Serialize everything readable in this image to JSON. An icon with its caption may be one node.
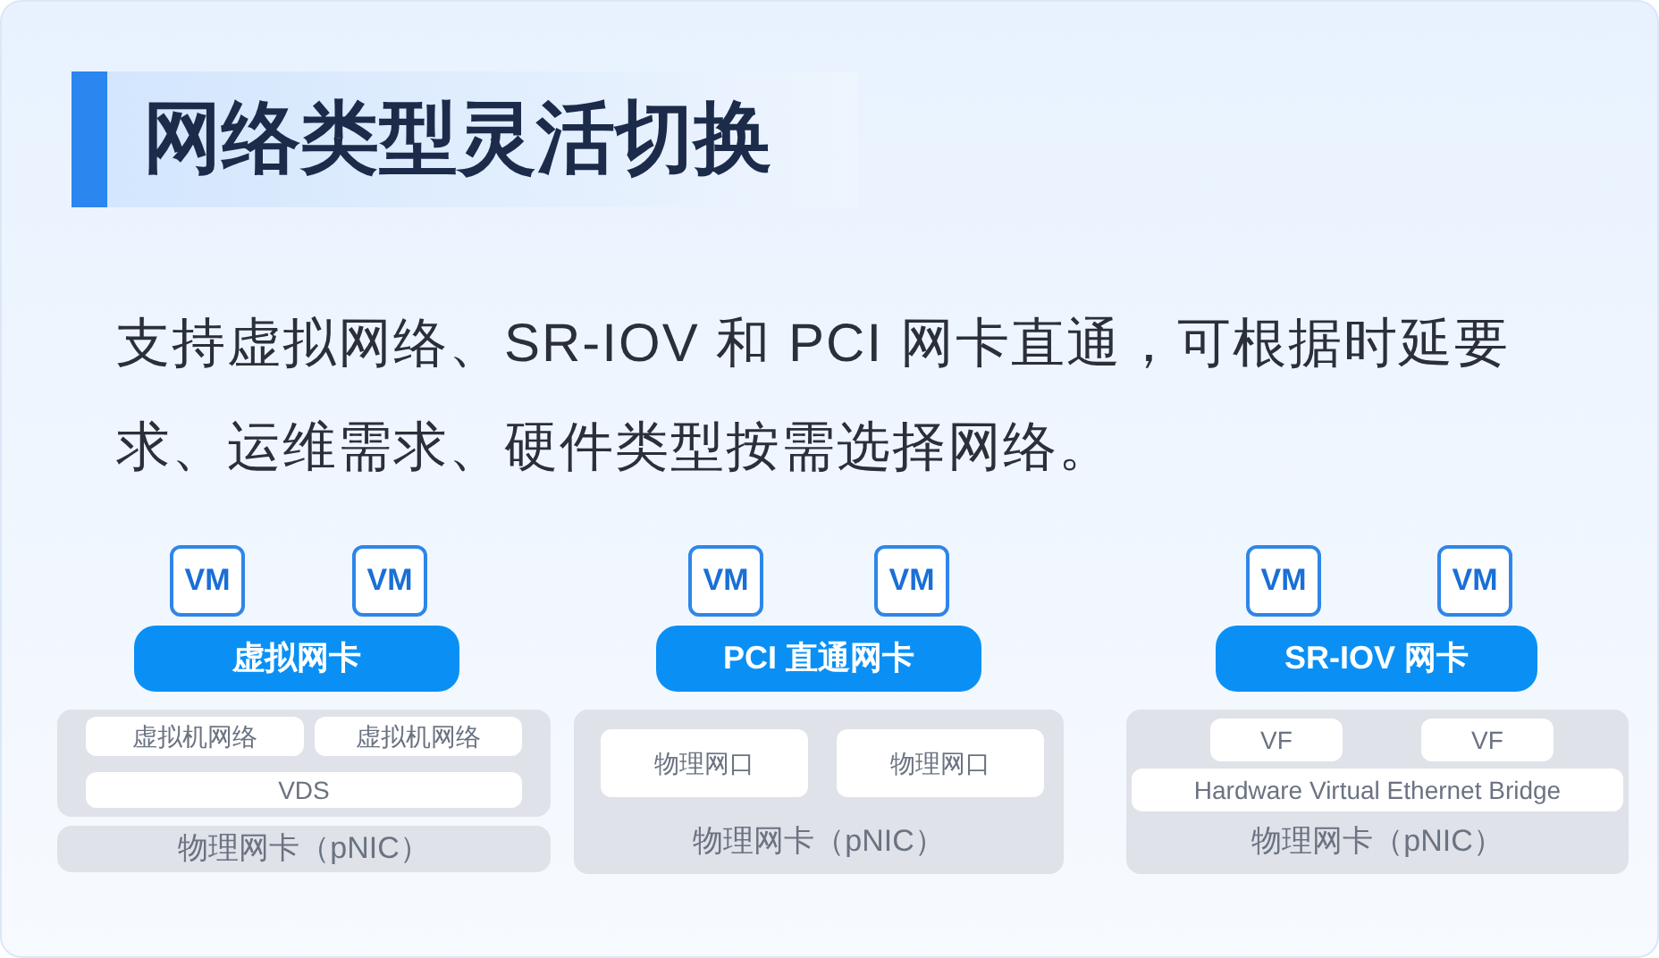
{
  "diagram": {
    "title": "网络类型灵活切换",
    "nodes": [
      {
        "text": [
          "VM"
        ]
      },
      {
        "text": [
          "VM"
        ]
      },
      {
        "text": [
          "虚拟网卡"
        ]
      },
      {
        "text": [],
        "shape": "box"
      },
      {
        "text": [
          "虚拟机网络"
        ],
        "in": 3
      },
      {
        "text": [
          "虚拟机网络"
        ],
        "in": 3
      },
      {
        "text": [
          "VDS"
        ],
        "in": 3
      },
      {
        "text": [
          "物理网卡（pNIC）"
        ]
      },
      {
        "text": [
          "VM"
        ]
      },
      {
        "text": [
          "VM"
        ]
      },
      {
        "text": [
          "PCI 直通网卡"
        ]
      },
      {
        "text": [
          "物理网卡（pNIC）"
        ]
      },
      {
        "text": [
          "物理网口"
        ],
        "in": 11
      },
      {
        "text": [
          "物理网口"
        ],
        "in": 11
      },
      {
        "text": [
          "VM"
        ]
      },
      {
        "text": [
          "VM"
        ]
      },
      {
        "text": [
          "SR-IOV 网卡"
        ]
      },
      {
        "text": [
          "物理网卡（pNIC）"
        ]
      },
      {
        "text": [
          "VF"
        ],
        "in": 17
      },
      {
        "text": [
          "VF"
        ],
        "in": 17
      },
      {
        "text": [
          "Hardware Virtual Ethernet Bridge"
        ],
        "in": 17
      }
    ],
    "labels": [
      "支持虚拟网络、SR-IOV 和 PCI 网卡直通，可根据时延要求、运维需求、硬件类型按需选择网络。"
    ]
  }
}
